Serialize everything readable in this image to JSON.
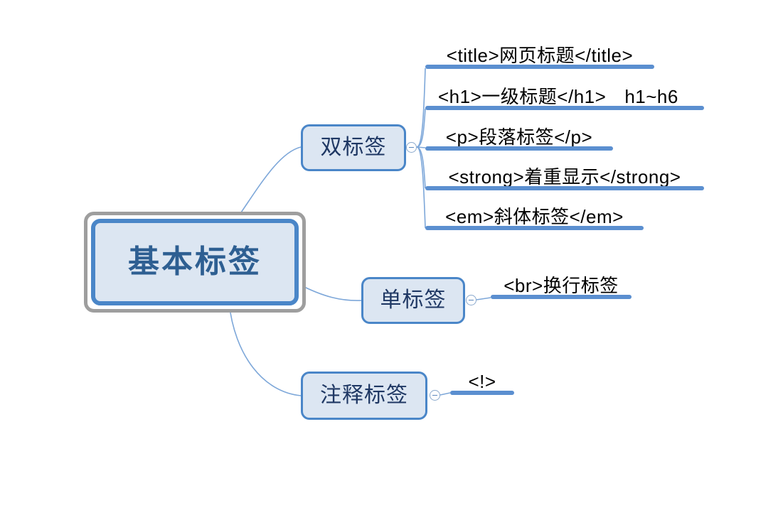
{
  "mindmap": {
    "title": "基本标签",
    "root": {
      "label": "基本标签",
      "fill_color": "#dce6f2",
      "border_color": "#4a86c8",
      "selection_color": "#9e9e9e",
      "text_color": "#2e5f92"
    },
    "branches": [
      {
        "id": "double-tag",
        "label": "双标签",
        "collapse_marker": "minus",
        "children": [
          {
            "id": "title-tag",
            "text": "<title>网页标题</title>",
            "note": ""
          },
          {
            "id": "h1-tag",
            "text": "<h1>一级标题</h1>",
            "note": "h1~h6"
          },
          {
            "id": "p-tag",
            "text": "<p>段落标签</p>",
            "note": ""
          },
          {
            "id": "strong-tag",
            "text": "<strong>着重显示</strong>",
            "note": ""
          },
          {
            "id": "em-tag",
            "text": "<em>斜体标签</em>",
            "note": ""
          }
        ]
      },
      {
        "id": "single-tag",
        "label": "单标签",
        "collapse_marker": "minus",
        "children": [
          {
            "id": "br-tag",
            "text": "<br>换行标签",
            "note": ""
          }
        ]
      },
      {
        "id": "comment-tag",
        "label": "注释标签",
        "collapse_marker": "minus",
        "children": [
          {
            "id": "comment-mark",
            "text": "<!>",
            "note": ""
          }
        ]
      }
    ],
    "colors": {
      "branch_bar": "#5b8fd0",
      "connector_line": "#7da7d9",
      "leaf_text": "#000000",
      "node_text": "#1f3864"
    }
  }
}
